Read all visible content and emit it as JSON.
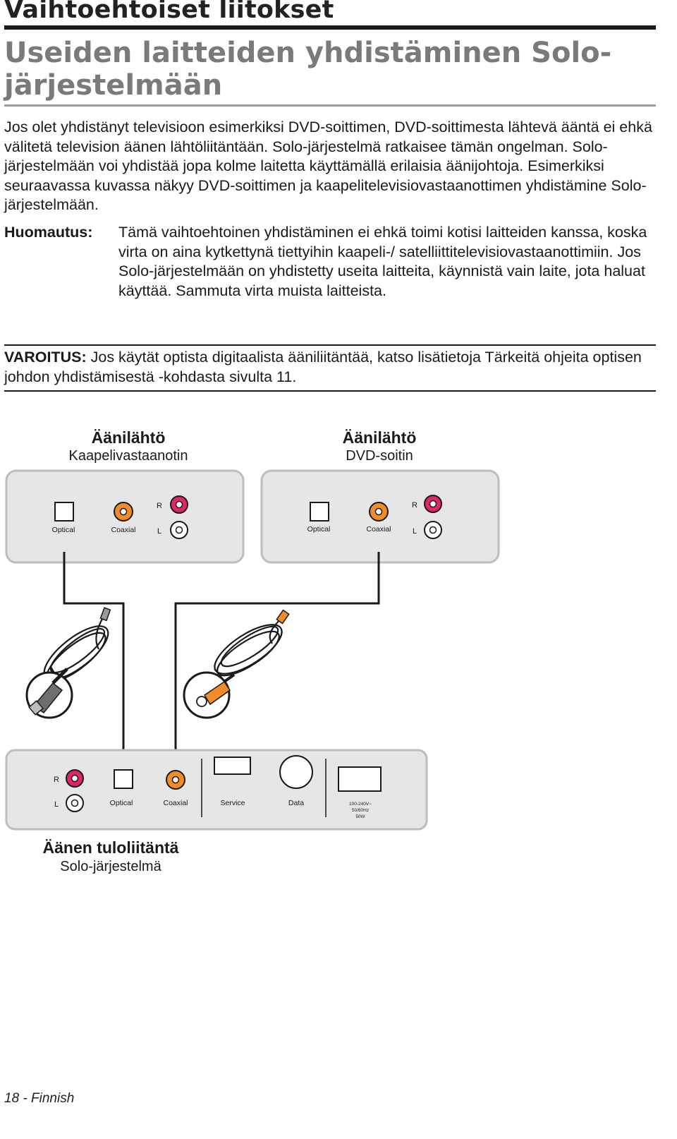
{
  "header": {
    "section_title": "Vaihtoehtoiset liitokset",
    "page_title": "Useiden laitteiden yhdistäminen Solo-järjestelmään"
  },
  "intro": "Jos olet yhdistänyt televisioon esimerkiksi DVD-soittimen, DVD-soittimesta lähtevä ääntä ei ehkä välitetä television äänen lähtöliitäntään. Solo-järjestelmä ratkaisee tämän ongelman. Solo-järjestelmään voi yhdistää jopa kolme laitetta käyttämällä erilaisia äänijohtoja. Esimerkiksi seuraavassa kuvassa näkyy DVD-soittimen ja kaapelitelevisiovastaanottimen yhdistämine Solo-järjestelmään.",
  "note": {
    "label": "Huomautus:",
    "text": "Tämä vaihtoehtoinen yhdistäminen ei ehkä toimi kotisi laitteiden kanssa, koska virta on aina kytkettynä tiettyihin kaapeli-/ satelliittitelevisiovastaanottimiin. Jos Solo-järjestelmään on yhdistetty useita laitteita, käynnistä vain laite, jota haluat käyttää. Sammuta virta muista laitteista."
  },
  "warning": {
    "label": "VAROITUS:",
    "text": " Jos käytät optista digitaalista ääniliitäntää, katso lisätietoja Tärkeitä ohjeita optisen johdon yhdistämisestä -kohdasta sivulta 11."
  },
  "diagram": {
    "source1": {
      "title": "Äänilähtö",
      "subtitle": "Kaapelivastaanotin"
    },
    "source2": {
      "title": "Äänilähtö",
      "subtitle": "DVD-soitin"
    },
    "target": {
      "title": "Äänen tuloliitäntä",
      "subtitle": "Solo-järjestelmä"
    },
    "ports": {
      "optical": "Optical",
      "coaxial": "Coaxial",
      "right": "R",
      "left": "L",
      "service": "Service",
      "data": "Data",
      "power_line1": "100-240V~",
      "power_line2": "50/60Hz",
      "power_line3": "50W"
    },
    "colors": {
      "red_jack": "#e0256a",
      "coax_jack": "#f28c28",
      "panel_fill": "#e6e6e6",
      "panel_stroke": "#bdbdbd"
    }
  },
  "footer": "18 - Finnish"
}
